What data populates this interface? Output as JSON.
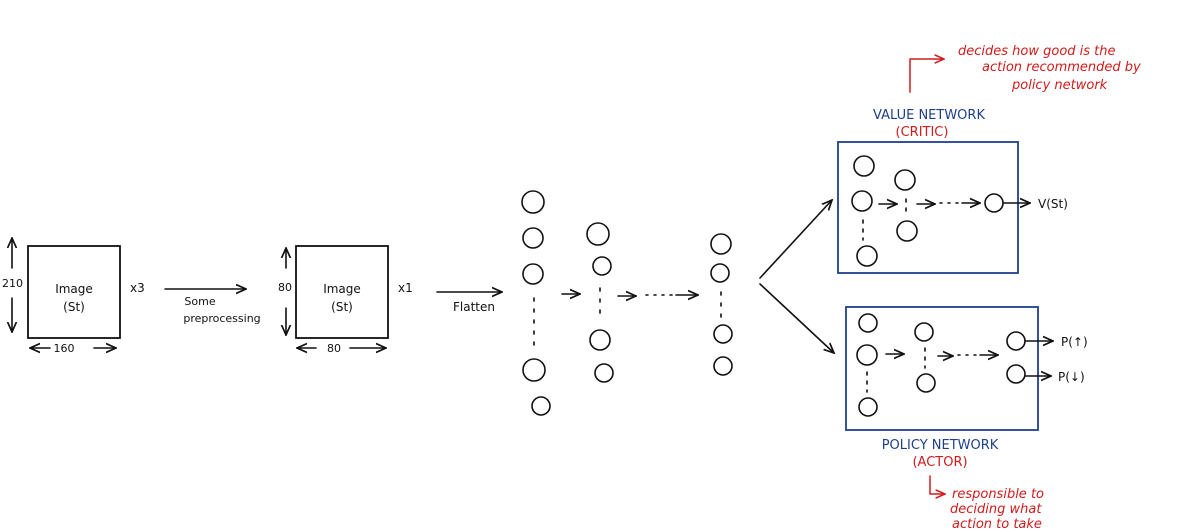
{
  "colors": {
    "ink": "#111111",
    "network_blue": "#1f3f8a",
    "note_red": "#d11b1b"
  },
  "input": {
    "image_label": "Image",
    "state_label": "(St)",
    "height_label": "210",
    "width_label": "160",
    "channels_label": "x3"
  },
  "preprocess": {
    "line1": "Some",
    "line2": "preprocessing"
  },
  "processed": {
    "image_label": "Image",
    "state_label": "(St)",
    "height_label": "80",
    "width_label": "80",
    "channels_label": "x1"
  },
  "flatten_label": "Flatten",
  "value_network": {
    "title": "VALUE NETWORK",
    "subtitle": "(CRITIC)",
    "output_label": "V(St)",
    "note_lines": [
      "decides how good is the",
      "action recommended by",
      "policy network"
    ]
  },
  "policy_network": {
    "title": "POLICY NETWORK",
    "subtitle": "(ACTOR)",
    "output_up": "P(↑)",
    "output_down": "P(↓)",
    "note_lines": [
      "responsible to",
      "deciding what",
      "action to take"
    ]
  }
}
